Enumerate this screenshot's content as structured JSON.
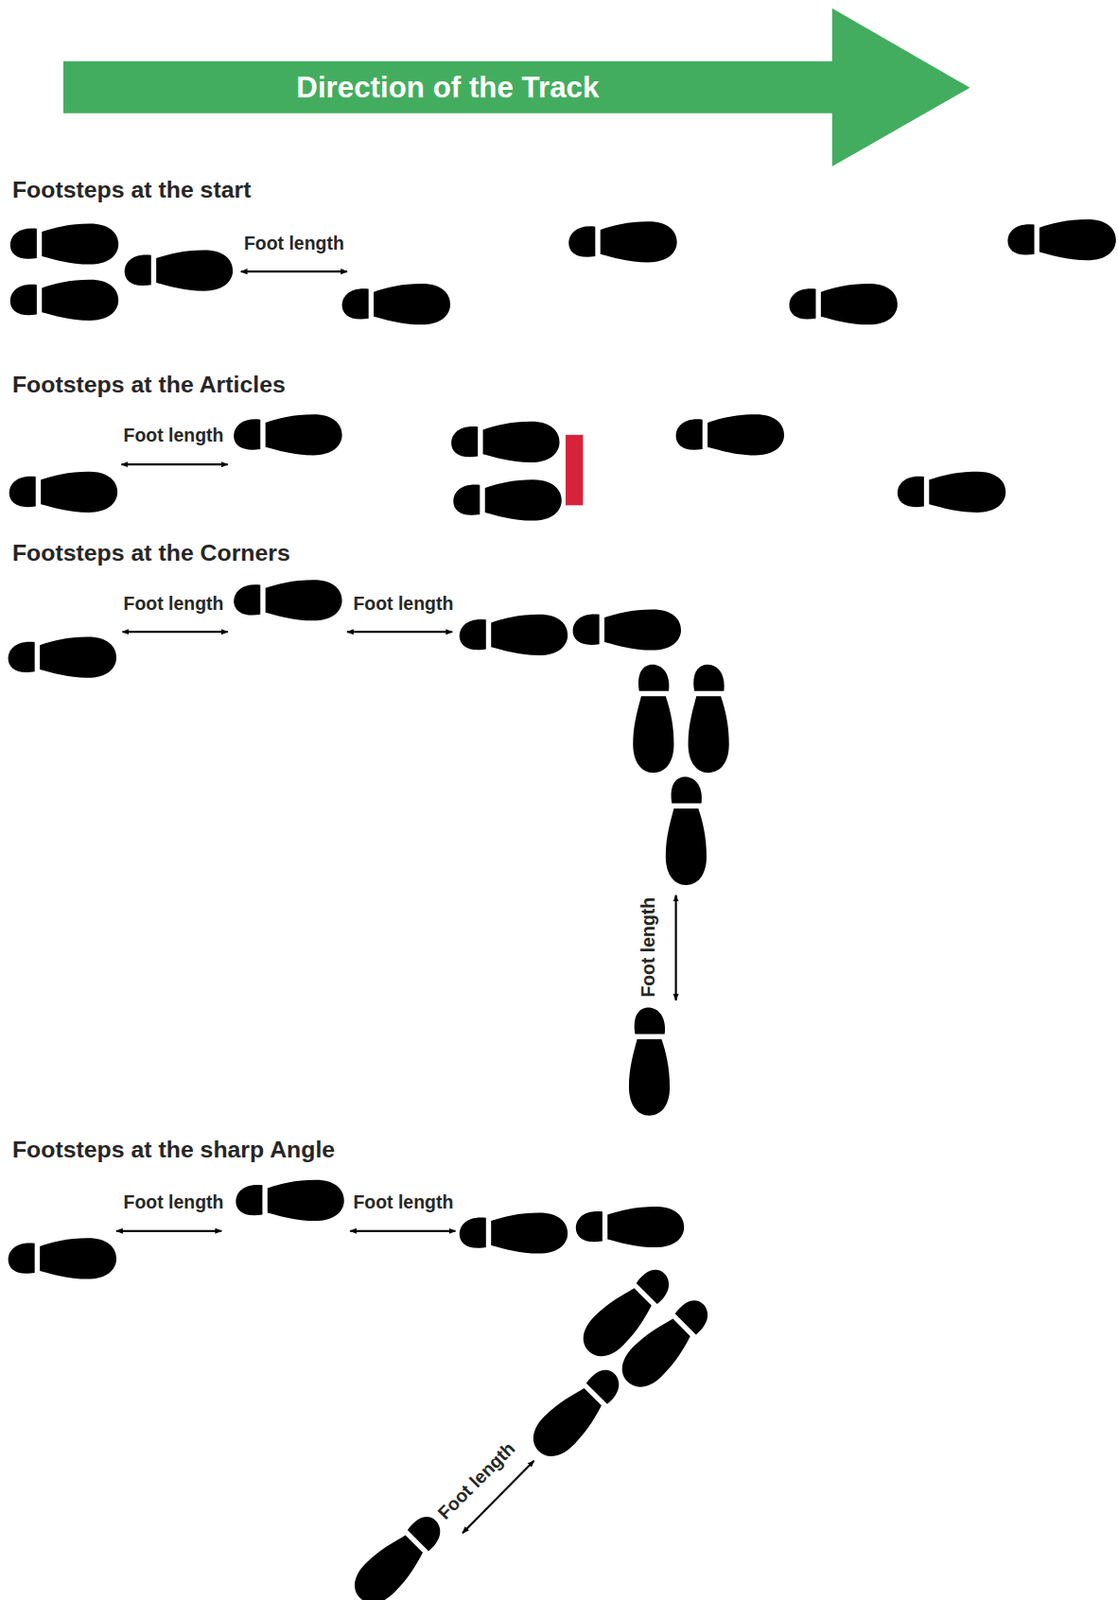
{
  "diagram": {
    "nodes": [
      {
        "text": [
          "Direction of the Track"
        ]
      }
    ],
    "labels": [
      "Footsteps at the start",
      "Foot length",
      "Footsteps at the Articles",
      "Foot length",
      "Footsteps at the Corners",
      "Foot length",
      "Foot length",
      "Foot length",
      "Footsteps at the sharp Angle",
      "Foot length",
      "Foot length",
      "Foot length"
    ]
  }
}
